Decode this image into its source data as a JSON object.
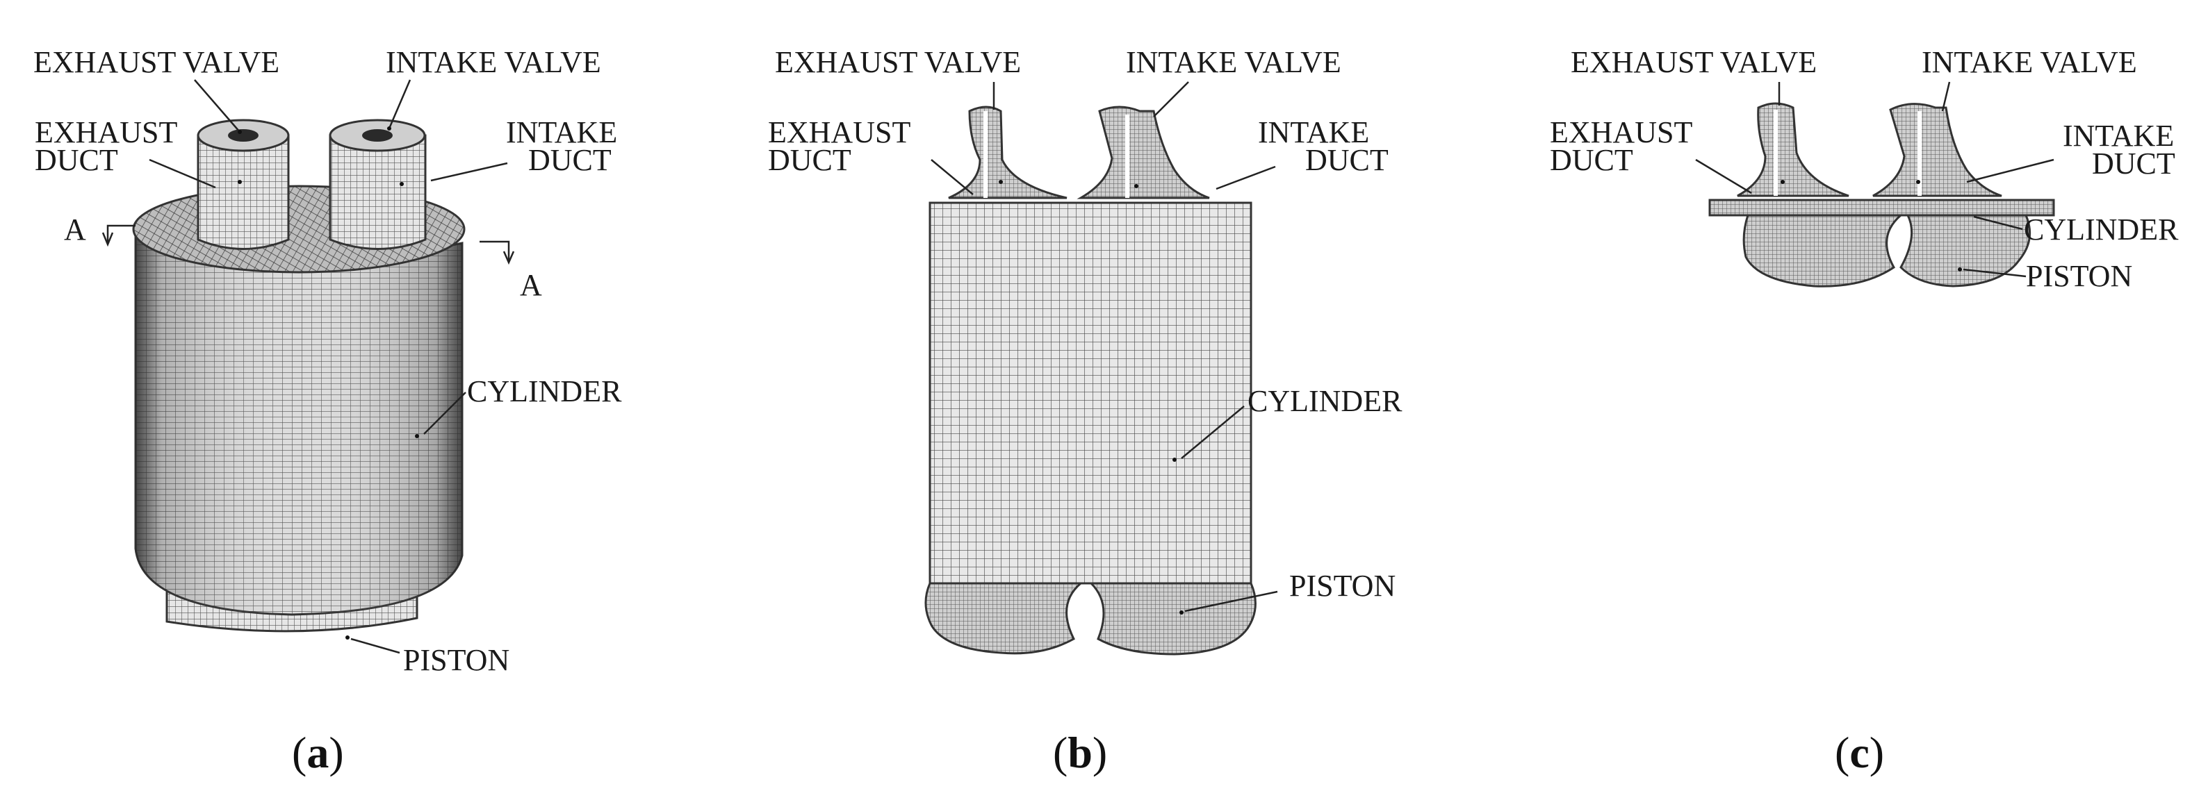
{
  "panels": [
    {
      "id": "a",
      "caption_open": "(",
      "caption_letter": "a",
      "caption_close": ")",
      "labels": {
        "exhaust_valve": "EXHAUST VALVE",
        "intake_valve": "INTAKE VALVE",
        "exhaust_duct_1": "EXHAUST",
        "exhaust_duct_2": "DUCT",
        "intake_duct_1": "INTAKE",
        "intake_duct_2": "DUCT",
        "section_left": "A",
        "section_right": "A",
        "cylinder": "CYLINDER",
        "piston": "PISTON"
      }
    },
    {
      "id": "b",
      "caption_open": "(",
      "caption_letter": "b",
      "caption_close": ")",
      "labels": {
        "exhaust_valve": "EXHAUST VALVE",
        "intake_valve": "INTAKE VALVE",
        "exhaust_duct_1": "EXHAUST",
        "exhaust_duct_2": "DUCT",
        "intake_duct_1": "INTAKE",
        "intake_duct_2": "DUCT",
        "cylinder": "CYLINDER",
        "piston": "PISTON"
      }
    },
    {
      "id": "c",
      "caption_open": "(",
      "caption_letter": "c",
      "caption_close": ")",
      "labels": {
        "exhaust_valve": "EXHAUST VALVE",
        "intake_valve": "INTAKE VALVE",
        "exhaust_duct_1": "EXHAUST",
        "exhaust_duct_2": "DUCT",
        "intake_duct_1": "INTAKE",
        "intake_duct_2": "DUCT",
        "cylinder": "CYLINDER",
        "piston": "PISTON"
      }
    }
  ],
  "colors": {
    "mesh_fill": "#d9d9d9",
    "mesh_line": "#4a4a4a",
    "dark_fill": "#3a3a3a",
    "text": "#1a1a1a"
  }
}
